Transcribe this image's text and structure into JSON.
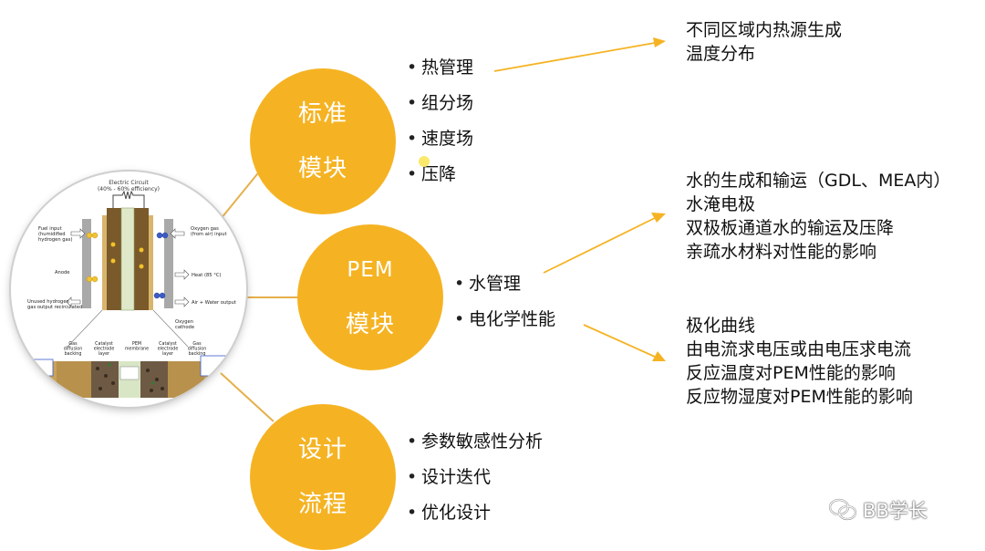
{
  "nodes": [
    {
      "line1": "标准",
      "line2": "模块"
    },
    {
      "line1": "PEM",
      "line2": "模块"
    },
    {
      "line1": "设计",
      "line2": "流程"
    }
  ],
  "bullets": {
    "standard": [
      "热管理",
      "组分场",
      "速度场",
      "压降"
    ],
    "pem": [
      "水管理",
      "电化学性能"
    ],
    "design": [
      "参数敏感性分析",
      "设计迭代",
      "优化设计"
    ]
  },
  "descriptions": {
    "thermal": [
      "不同区域内热源生成",
      "温度分布"
    ],
    "water": [
      "水的生成和输运（GDL、MEA内）",
      "水淹电极",
      "双极板通道水的输运及压降",
      "亲疏水材料对性能的影响"
    ],
    "electrochem": [
      "极化曲线",
      "由电流求电压或由电压求电流",
      "反应温度对PEM性能的影响",
      "反应物湿度对PEM性能的影响"
    ]
  },
  "fuel_cell": {
    "circuit": "Electric Circuit",
    "efficiency": "(40% - 60% efficiency)",
    "fuel_input": [
      "Fuel input",
      "(humidified",
      "hydrogen gas)"
    ],
    "oxygen_input": [
      "Oxygen gas",
      "(from air) input"
    ],
    "anode": "Anode",
    "heat": "Heat (85 °C)",
    "water_output": "Air + Water output",
    "unused_h2": [
      "Unused hydrogen",
      "gas output recirculated"
    ],
    "cathode": [
      "Oxygen",
      "cathode"
    ],
    "layers": [
      [
        "Gas",
        "diffusion",
        "backing"
      ],
      [
        "Catalyst",
        "electrode",
        "layer"
      ],
      [
        "PEM",
        "membrane"
      ],
      [
        "Catalyst",
        "electrode",
        "layer"
      ],
      [
        "Gas",
        "diffusion",
        "backing"
      ]
    ]
  },
  "watermark": "BB学长",
  "colors": {
    "node": "#f5b323",
    "arrow": "#f5b323",
    "connector": "#e5b04a",
    "dot": "#fbe96b"
  }
}
